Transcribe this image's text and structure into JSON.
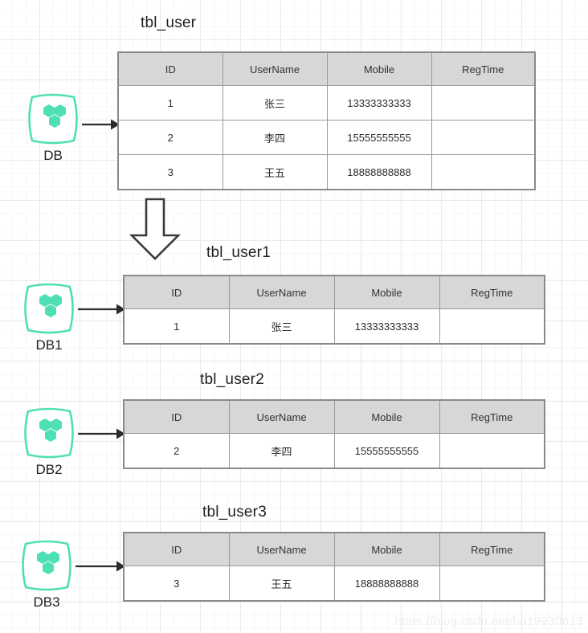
{
  "diagram": {
    "type": "database-sharding-diagram",
    "accent_color": "#4ee0b4",
    "header_bg": "#d7d7d7",
    "border_color": "#8a8a8a",
    "watermark": "https://blog.csdn.net/hu19930613"
  },
  "columns": [
    "ID",
    "UserName",
    "Mobile",
    "RegTime"
  ],
  "source": {
    "node_label": "DB",
    "node_icon": "database-hexagons-icon",
    "table_title": "tbl_user",
    "rows": [
      [
        "1",
        "张三",
        "13333333333",
        ""
      ],
      [
        "2",
        "李四",
        "15555555555",
        ""
      ],
      [
        "3",
        "王五",
        "18888888888",
        ""
      ]
    ]
  },
  "split_arrow": {
    "icon": "block-arrow-down-icon",
    "direction": "down"
  },
  "shards": [
    {
      "node_label": "DB1",
      "node_icon": "database-hexagons-icon",
      "table_title": "tbl_user1",
      "rows": [
        [
          "1",
          "张三",
          "13333333333",
          ""
        ]
      ]
    },
    {
      "node_label": "DB2",
      "node_icon": "database-hexagons-icon",
      "table_title": "tbl_user2",
      "rows": [
        [
          "2",
          "李四",
          "15555555555",
          ""
        ]
      ]
    },
    {
      "node_label": "DB3",
      "node_icon": "database-hexagons-icon",
      "table_title": "tbl_user3",
      "rows": [
        [
          "3",
          "王五",
          "18888888888",
          ""
        ]
      ]
    }
  ],
  "connectors": [
    {
      "name": "db-to-tbl-user",
      "from": "DB",
      "to": "tbl_user"
    },
    {
      "name": "db1-to-tbl-user1",
      "from": "DB1",
      "to": "tbl_user1"
    },
    {
      "name": "db2-to-tbl-user2",
      "from": "DB2",
      "to": "tbl_user2"
    },
    {
      "name": "db3-to-tbl-user3",
      "from": "DB3",
      "to": "tbl_user3"
    }
  ]
}
